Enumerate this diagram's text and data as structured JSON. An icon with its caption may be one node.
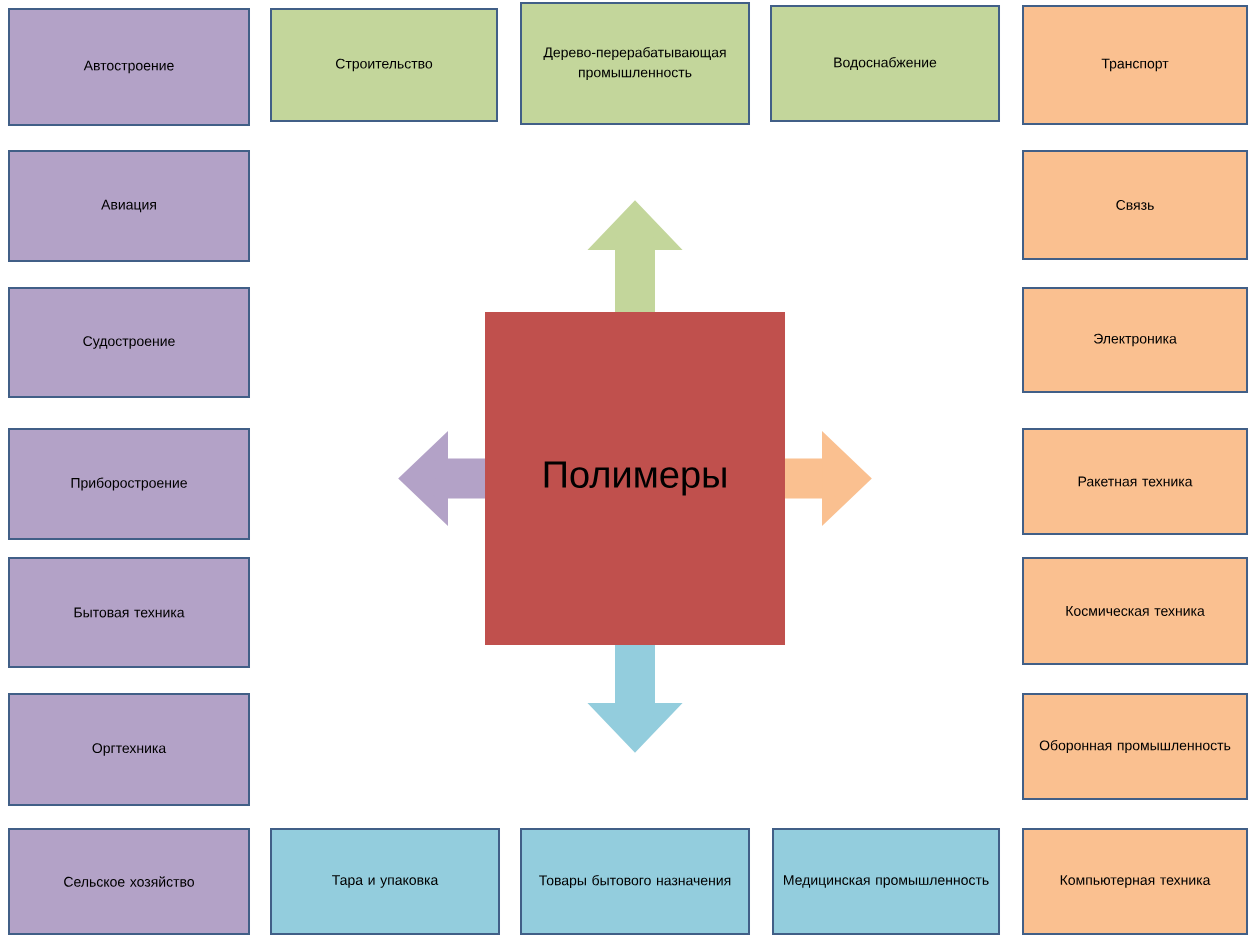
{
  "diagram": {
    "nodes": [
      {
        "text": [
          "Автостроение"
        ]
      },
      {
        "text": [
          "Строительство"
        ]
      },
      {
        "text": [
          "Дерево-перерабатывающая промышленность"
        ]
      },
      {
        "text": [
          "Водоснабжение"
        ]
      },
      {
        "text": [
          "Транспорт"
        ]
      },
      {
        "text": [
          "Авиация"
        ]
      },
      {
        "text": [
          "Связь"
        ]
      },
      {
        "text": [
          "Судостроение"
        ]
      },
      {
        "text": [
          "Электроника"
        ]
      },
      {
        "text": [
          "Приборостроение"
        ]
      },
      {
        "text": [
          "Полимеры"
        ]
      },
      {
        "text": [
          "Ракетная техника"
        ]
      },
      {
        "text": [
          "Бытовая техника"
        ]
      },
      {
        "text": [
          "Космическая техника"
        ]
      },
      {
        "text": [
          "Оргтехника"
        ]
      },
      {
        "text": [
          "Оборонная промышленность"
        ]
      },
      {
        "text": [
          "Сельское хозяйство"
        ]
      },
      {
        "text": [
          "Тара и упаковка"
        ]
      },
      {
        "text": [
          "Товары бытового назначения"
        ]
      },
      {
        "text": [
          "Медицинская промышленность"
        ]
      },
      {
        "text": [
          "Компьютерная техника"
        ]
      }
    ],
    "edges": [
      {
        "from": 10,
        "to": null,
        "arrow": "to",
        "color": "#c3d69b"
      },
      {
        "from": 10,
        "to": null,
        "arrow": "to",
        "color": "#b3a2c7"
      },
      {
        "from": 10,
        "to": null,
        "arrow": "to",
        "color": "#fac090"
      },
      {
        "from": 10,
        "to": null,
        "arrow": "to",
        "color": "#93cddd"
      }
    ]
  }
}
